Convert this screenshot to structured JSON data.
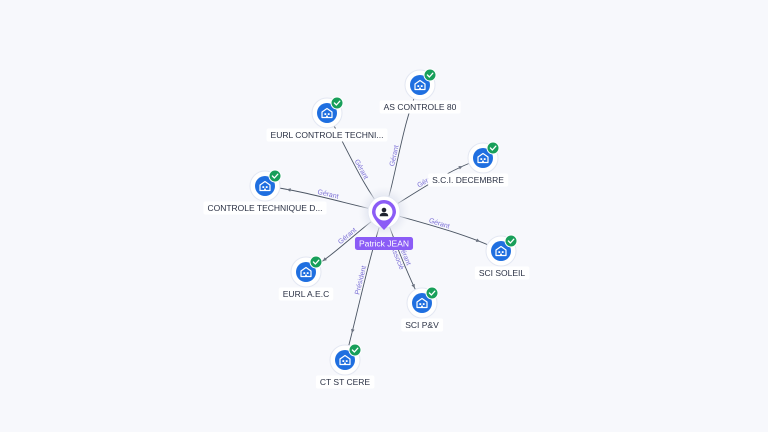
{
  "colors": {
    "company_node": "#1f6fe0",
    "verified_badge": "#189f5a",
    "person_node": "#8b5cf6",
    "edge_label": "#7b6fd6",
    "edge": "#4b5563"
  },
  "center": {
    "name": "Patrick JEAN",
    "icon": "person-icon"
  },
  "nodes": [
    {
      "id": "as-controle-80",
      "label": "AS CONTROLE 80",
      "icon": "building-icon",
      "badge": "check-icon",
      "relation": "Gérant"
    },
    {
      "id": "eurl-controle-techni",
      "label": "EURL CONTROLE TECHNI...",
      "icon": "building-icon",
      "badge": "check-icon",
      "relation": "Gérant"
    },
    {
      "id": "sci-decembre",
      "label": "S.C.I. DECEMBRE",
      "icon": "building-icon",
      "badge": "check-icon",
      "relation": "Gérant"
    },
    {
      "id": "controle-technique-d",
      "label": "CONTROLE TECHNIQUE D...",
      "icon": "building-icon",
      "badge": "check-icon",
      "relation": "Gérant"
    },
    {
      "id": "sci-soleil",
      "label": "SCI SOLEIL",
      "icon": "building-icon",
      "badge": "check-icon",
      "relation": "Gérant"
    },
    {
      "id": "eurl-aec",
      "label": "EURL A.E.C",
      "icon": "building-icon",
      "badge": "check-icon",
      "relation": "Gérant"
    },
    {
      "id": "sci-pv",
      "label": "SCI P&V",
      "icon": "building-icon",
      "badge": "check-icon",
      "relation": "Gérant\nAssocié"
    },
    {
      "id": "ct-st-cere",
      "label": "CT ST CERE",
      "icon": "building-icon",
      "badge": "check-icon",
      "relation": "Président"
    }
  ]
}
